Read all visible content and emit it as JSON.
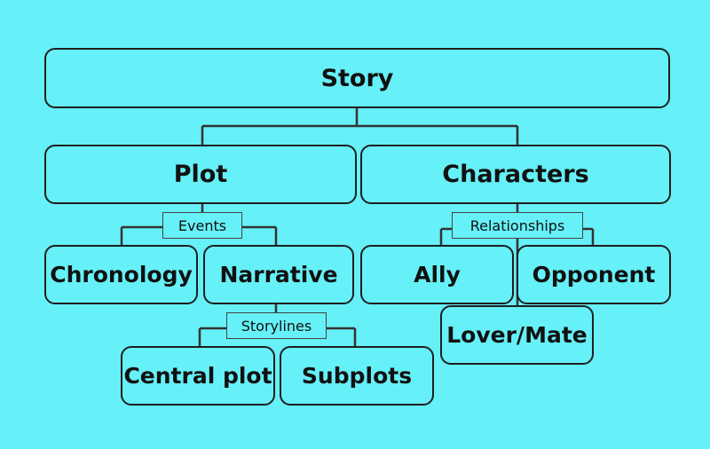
{
  "diagram": {
    "root": "Story",
    "plot": "Plot",
    "characters": "Characters",
    "events_label": "Events",
    "relationships_label": "Relationships",
    "storylines_label": "Storylines",
    "chronology": "Chronology",
    "narrative": "Narrative",
    "ally": "Ally",
    "opponent": "Opponent",
    "lover_mate": "Lover/Mate",
    "central_plot": "Central plot",
    "subplots": "Subplots"
  },
  "colors": {
    "background": "#66f0f7",
    "line": "#1f1f1f"
  }
}
